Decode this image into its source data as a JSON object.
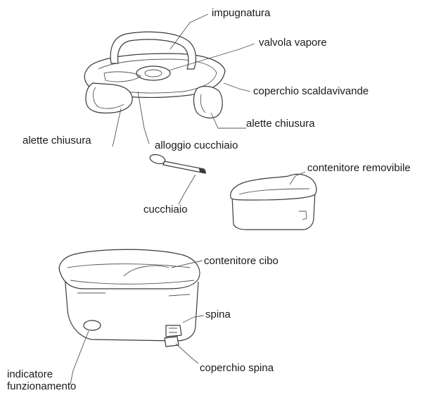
{
  "labels": {
    "impugnatura": "impugnatura",
    "valvola_vapore": "valvola vapore",
    "coperchio_scaldavivande": "coperchio scaldavivande",
    "alette_chiusura_right": "alette chiusura",
    "alette_chiusura_left": "alette chiusura",
    "alloggio_cucchiaio": "alloggio cucchiaio",
    "contenitore_removibile": "contenitore removibile",
    "cucchiaio": "cucchiaio",
    "contenitore_cibo": "contenitore cibo",
    "spina": "spina",
    "indicatore_line1": "indicatore",
    "indicatore_line2": "funzionamento",
    "coperchio_spina": "coperchio spina"
  },
  "colors": {
    "line": "#3a3a3a",
    "text": "#1a1a1a"
  }
}
